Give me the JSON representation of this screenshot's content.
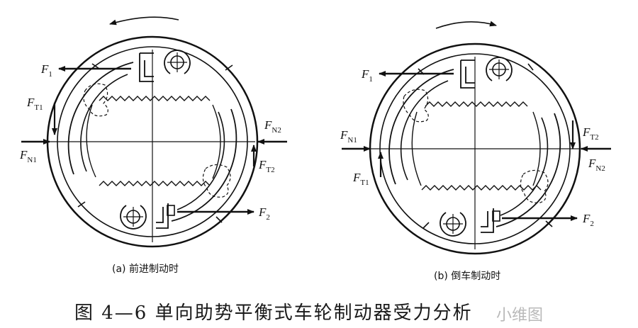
{
  "figure": {
    "title": "图 4—6 单向助势平衡式车轮制动器受力分析",
    "watermark": "小维图",
    "diagrams": [
      {
        "caption": "(a) 前进制动时",
        "rotation": "counterclockwise",
        "forces": [
          {
            "base": "F",
            "sub": "1"
          },
          {
            "base": "F",
            "sub": "T1"
          },
          {
            "base": "F",
            "sub": "N1"
          },
          {
            "base": "F",
            "sub": "N2"
          },
          {
            "base": "F",
            "sub": "T2"
          },
          {
            "base": "F",
            "sub": "2"
          }
        ]
      },
      {
        "caption": "(b) 倒车制动时",
        "rotation": "clockwise",
        "forces": [
          {
            "base": "F",
            "sub": "1"
          },
          {
            "base": "F",
            "sub": "N1"
          },
          {
            "base": "F",
            "sub": "T1"
          },
          {
            "base": "F",
            "sub": "T2"
          },
          {
            "base": "F",
            "sub": "N2"
          },
          {
            "base": "F",
            "sub": "2"
          }
        ]
      }
    ]
  }
}
